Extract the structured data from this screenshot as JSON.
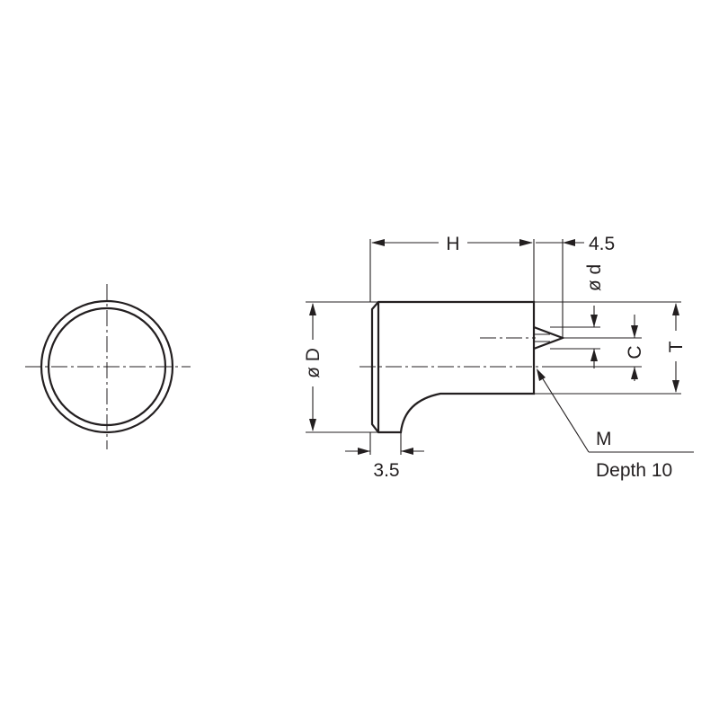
{
  "colors": {
    "line": "#231f20",
    "part_fill": "#ddf0fb",
    "background": "#ffffff"
  },
  "labels": {
    "H": "H",
    "dim_4_5": "4.5",
    "od": "ø d",
    "C": "C",
    "T": "T",
    "OD": "ø D",
    "dim_3_5": "3.5",
    "M": "M",
    "depth": "Depth 10"
  }
}
